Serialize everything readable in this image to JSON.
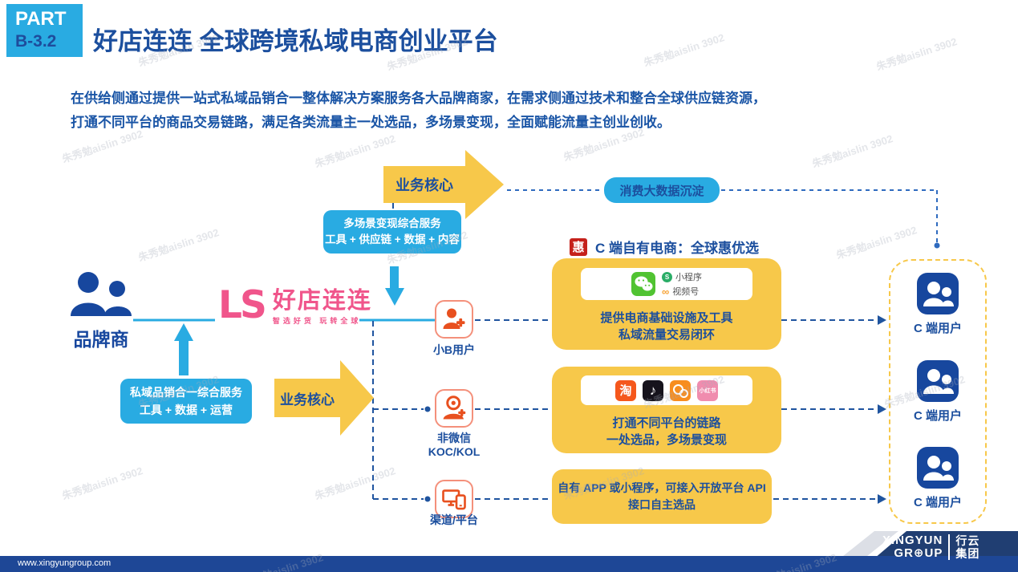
{
  "watermark": {
    "text": "朱秀勉aislin 3902"
  },
  "header": {
    "part_label": "PART",
    "part_code": "B-3.2",
    "title": "好店连连 全球跨境私域电商创业平台"
  },
  "intro": {
    "line1": "在供给侧通过提供一站式私域品销合一整体解决方案服务各大品牌商家，在需求侧通过技术和整合全球供应链资源，",
    "line2": "打通不同平台的商品交易链路，满足各类流量主一处选品，多场景变现，全面赋能流量主创业创收。"
  },
  "diagram": {
    "core_arrow_top": {
      "label": "业务核心"
    },
    "core_arrow_left": {
      "label": "业务核心"
    },
    "multi_scene_box": {
      "line1": "多场景变现综合服务",
      "line2": "工具 + 供应链 + 数据 + 内容"
    },
    "data_box": {
      "label": "消费大数据沉淀"
    },
    "brand": {
      "label": "品牌商"
    },
    "logo": {
      "monogram": "LS",
      "name": "好店连连",
      "tagline": "智选好货  玩转全球"
    },
    "private_box": {
      "line1": "私域品销合一综合服务",
      "line2": "工具 + 数据 + 运营"
    },
    "c_commerce_header": {
      "icon_glyph": "惠",
      "label": "C 端自有电商：全球惠优选"
    },
    "nodes": [
      {
        "line1": "小B用户",
        "line2": ""
      },
      {
        "line1": "非微信",
        "line2": "KOC/KOL"
      },
      {
        "line1": "渠道/平台",
        "line2": ""
      }
    ],
    "boxes": [
      {
        "line1": "提供电商基础设施及工具",
        "line2": "私域流量交易闭环",
        "apps": {
          "mini_program": "小程序",
          "video_channel": "视频号",
          "mini_program_glyph": "S",
          "video_channel_glyph": "∞"
        }
      },
      {
        "line1": "打通不同平台的链路",
        "line2": "一处选品，多场景变现",
        "apps": {
          "taobao_glyph": "淘",
          "douyin_glyph": "♪",
          "xiaohongshu_glyph": "小红书"
        }
      },
      {
        "line1": "自有 APP 或小程序，可接入开放平台 API",
        "line2": "接口自主选品"
      }
    ],
    "c_users": {
      "label": "C 端用户"
    }
  },
  "footer": {
    "url": "www.xingyungroup.com",
    "logo": {
      "en_top": "XINGYUN",
      "en_bottom_pre": "GR",
      "globe_glyph": "⊕",
      "en_bottom_post": "UP",
      "cn_top": "行云",
      "cn_bottom": "集团"
    }
  },
  "colors": {
    "accent_blue": "#29ABE2",
    "navy_text": "#1C4F9E",
    "yellow": "#F7C84A",
    "logo_pink": "#F0558B",
    "node_orange": "#E8501F",
    "footer_navy": "#1E4796",
    "hui_red": "#C5211B"
  }
}
